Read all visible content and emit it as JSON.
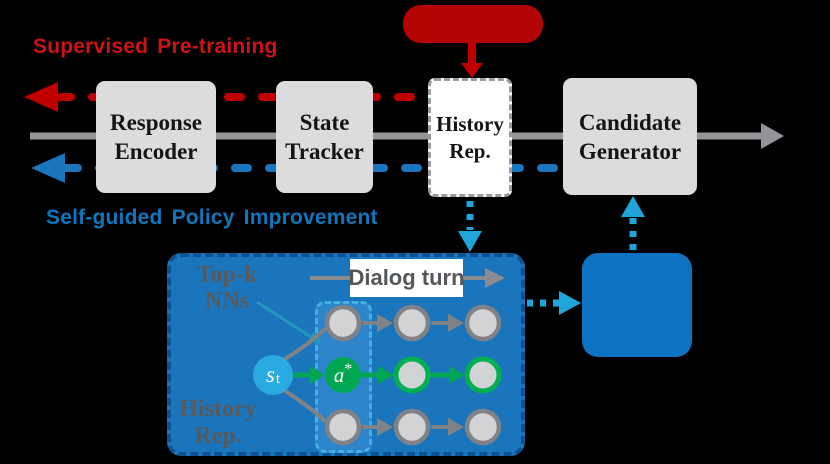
{
  "colors": {
    "background": "#000000",
    "red": "#c00000",
    "blue": "#1b75bc",
    "cyan_dotted": "#1ea6da",
    "green": "#00a651",
    "gray_line": "#939598",
    "box_fill": "#dcdbdd",
    "panel_fill": "#1b75bc",
    "s_node_fill": "#29abe2"
  },
  "labels": {
    "supervised": "Supervised Pre-training",
    "self_guided": "Self-guided Policy Improvement"
  },
  "boxes": {
    "response_encoder": {
      "line1": "Response",
      "line2": "Encoder"
    },
    "state_tracker": {
      "line1": "State",
      "line2": "Tracker"
    },
    "history_rep": {
      "line1": "History",
      "line2": "Rep."
    },
    "candidate_generator": {
      "line1": "Candidate",
      "line2": "Generator"
    }
  },
  "panel": {
    "topk": {
      "line1": "Top-k",
      "line2": "NNs"
    },
    "dialog_turn": "Dialog turn",
    "history": {
      "line1": "History",
      "line2": "Rep."
    },
    "s_node": {
      "base": "s",
      "sub": "t"
    },
    "a_node": {
      "base": "a",
      "sup": "*"
    }
  }
}
